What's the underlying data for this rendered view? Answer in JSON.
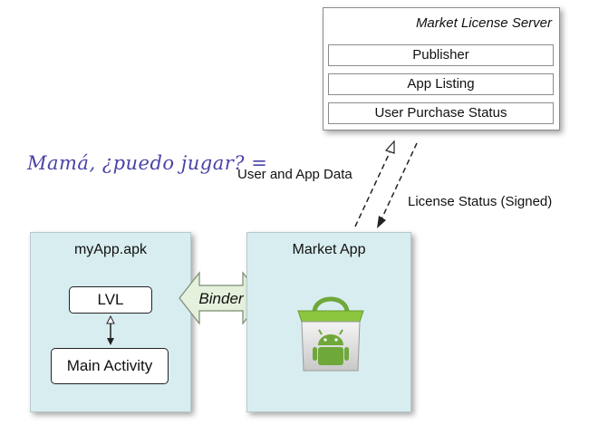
{
  "server": {
    "title": "Market License Server",
    "rows": [
      "Publisher",
      "App Listing",
      "User Purchase Status"
    ]
  },
  "handwritten_note": "Mamá, ¿puedo jugar? =",
  "request_label": "User and App Data",
  "response_label": "License Status (Signed)",
  "myapp": {
    "title": "myApp.apk",
    "lvl_label": "LVL",
    "activity_label": "Main Activity"
  },
  "binder_label": "Binder",
  "market": {
    "title": "Market App"
  },
  "colors": {
    "box_fill": "#d8edf0",
    "binder_fill": "#e4f1dd",
    "handwriting": "#4a43a8",
    "bag_green": "#8cc63f",
    "android_green": "#6fa83a"
  },
  "icons": [
    "market-bag-icon",
    "android-robot-icon"
  ]
}
